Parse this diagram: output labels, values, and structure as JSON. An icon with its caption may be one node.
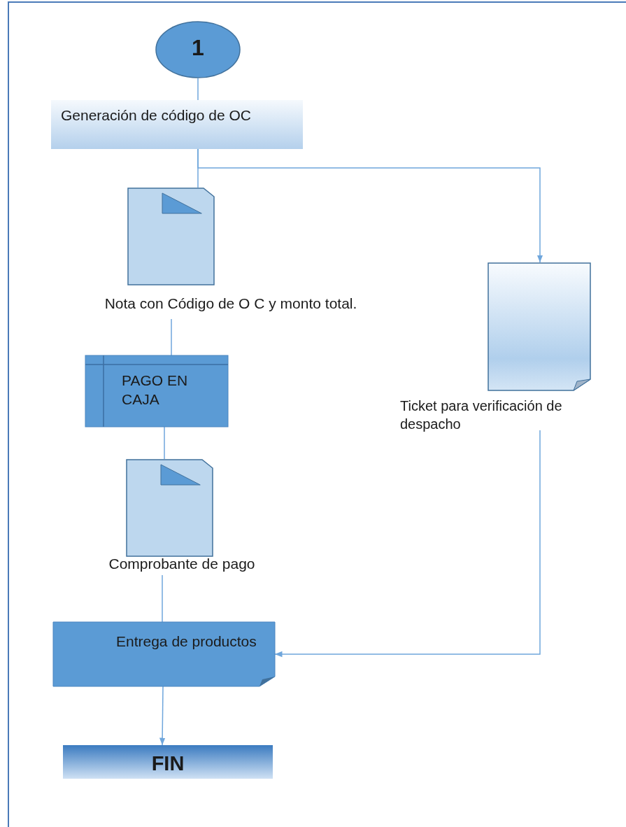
{
  "diagram": {
    "nodes": [
      {
        "text": [
          "1"
        ]
      },
      {
        "text": [
          "Generación de código de OC"
        ]
      },
      {
        "text": [
          "Nota con Código de O C y monto total."
        ]
      },
      {
        "text": [
          "PAGO EN CAJA"
        ]
      },
      {
        "text": [
          "Comprobante de pago"
        ]
      },
      {
        "text": [
          "Ticket para verificación de despacho"
        ]
      },
      {
        "text": [
          "Entrega de productos"
        ]
      },
      {
        "text": [
          "FIN"
        ]
      }
    ],
    "edges": [
      {
        "from": 0,
        "to": 1,
        "arrow": "none"
      },
      {
        "from": 1,
        "to": 2,
        "arrow": "none"
      },
      {
        "from": 1,
        "to": 5,
        "arrow": "to"
      },
      {
        "from": 2,
        "to": 3,
        "arrow": "none"
      },
      {
        "from": 3,
        "to": 4,
        "arrow": "none"
      },
      {
        "from": 4,
        "to": 6,
        "arrow": "none"
      },
      {
        "from": 5,
        "to": 6,
        "arrow": "to"
      },
      {
        "from": 6,
        "to": 7,
        "arrow": "to"
      }
    ]
  }
}
